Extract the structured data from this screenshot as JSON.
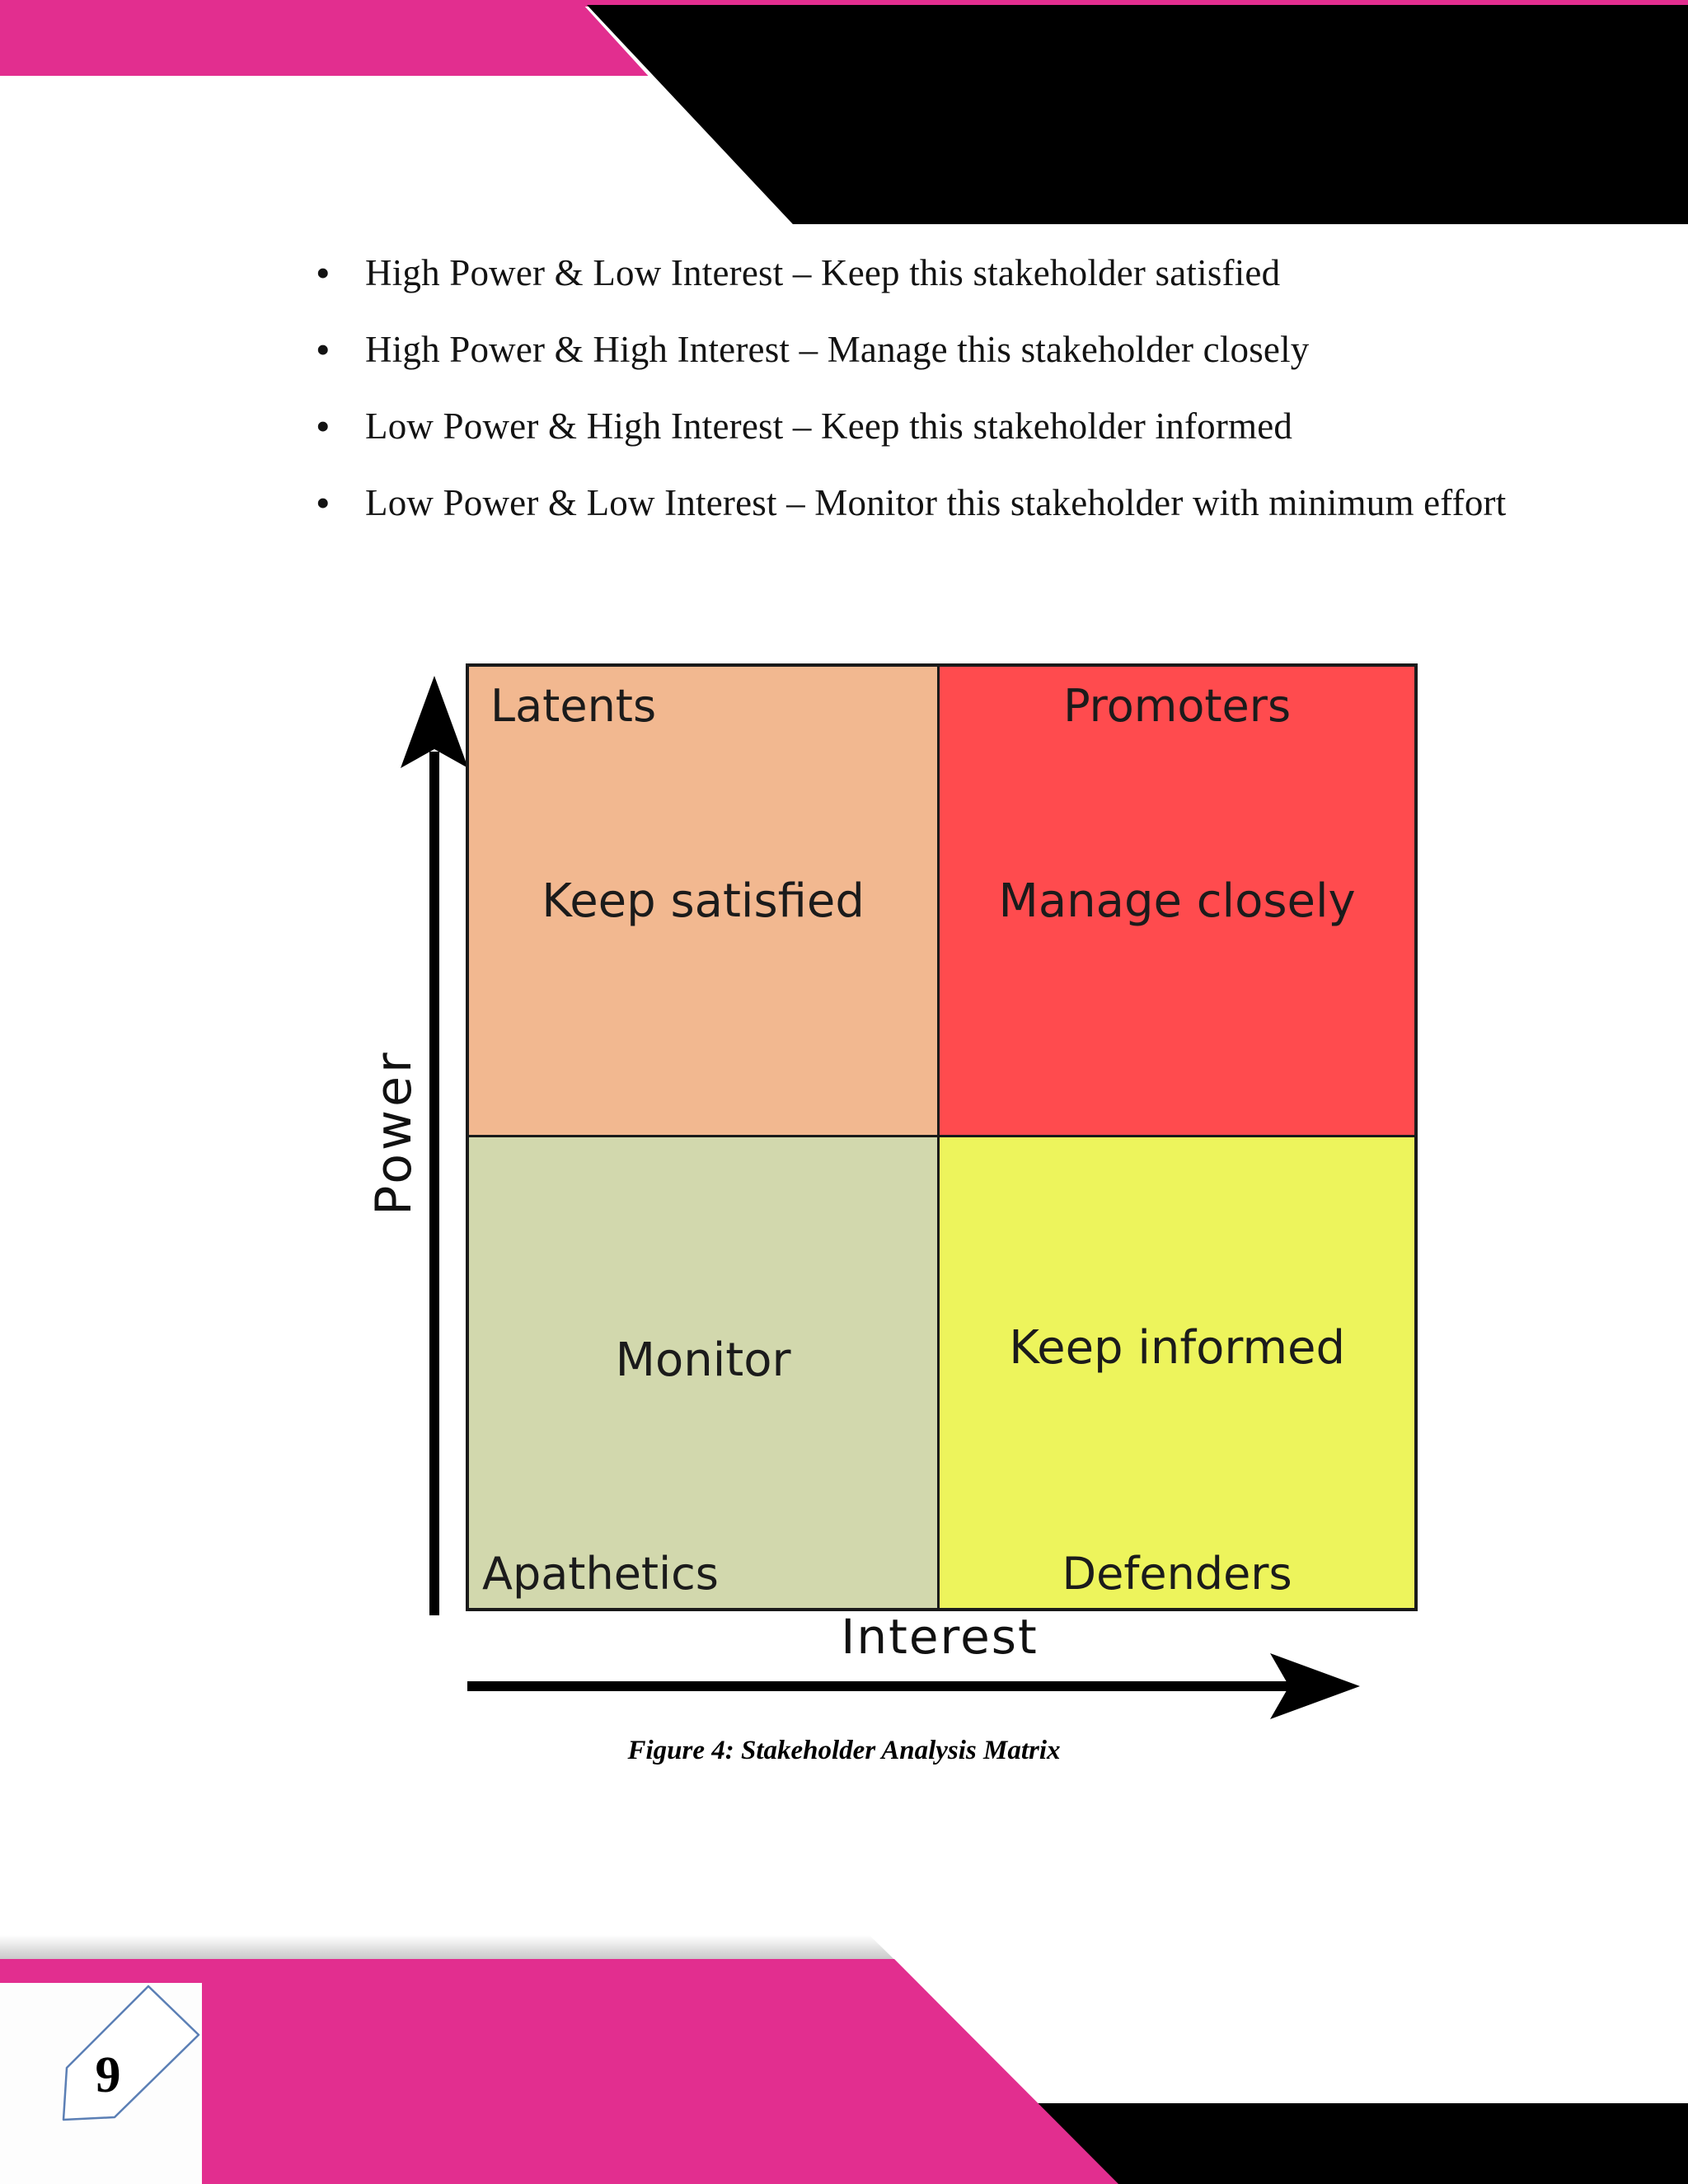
{
  "page": {
    "number": "9"
  },
  "theme": {
    "accent_pink": "#e22e8f",
    "header_black": "#000000",
    "badge_outline_blue": "#5b7fb5"
  },
  "bullet_list": {
    "bullet_char": "•",
    "items": [
      "High Power & Low Interest – Keep this stakeholder satisfied",
      "High Power & High Interest – Manage this stakeholder closely",
      "Low Power & High Interest – Keep this stakeholder informed",
      "Low Power & Low Interest – Monitor this stakeholder with minimum effort"
    ]
  },
  "figure": {
    "caption": "Figure 4: Stakeholder Analysis Matrix",
    "x_axis_label": "Interest",
    "y_axis_label": "Power",
    "quadrants": {
      "top_left": {
        "name": "Latents",
        "action": "Keep satisfied",
        "color": "#f2b890"
      },
      "top_right": {
        "name": "Promoters",
        "action": "Manage closely",
        "color": "#ff4b4e"
      },
      "bottom_left": {
        "name": "Apathetics",
        "action": "Monitor",
        "color": "#d2d8ad"
      },
      "bottom_right": {
        "name": "Defenders",
        "action": "Keep informed",
        "color": "#edf45c"
      }
    }
  }
}
